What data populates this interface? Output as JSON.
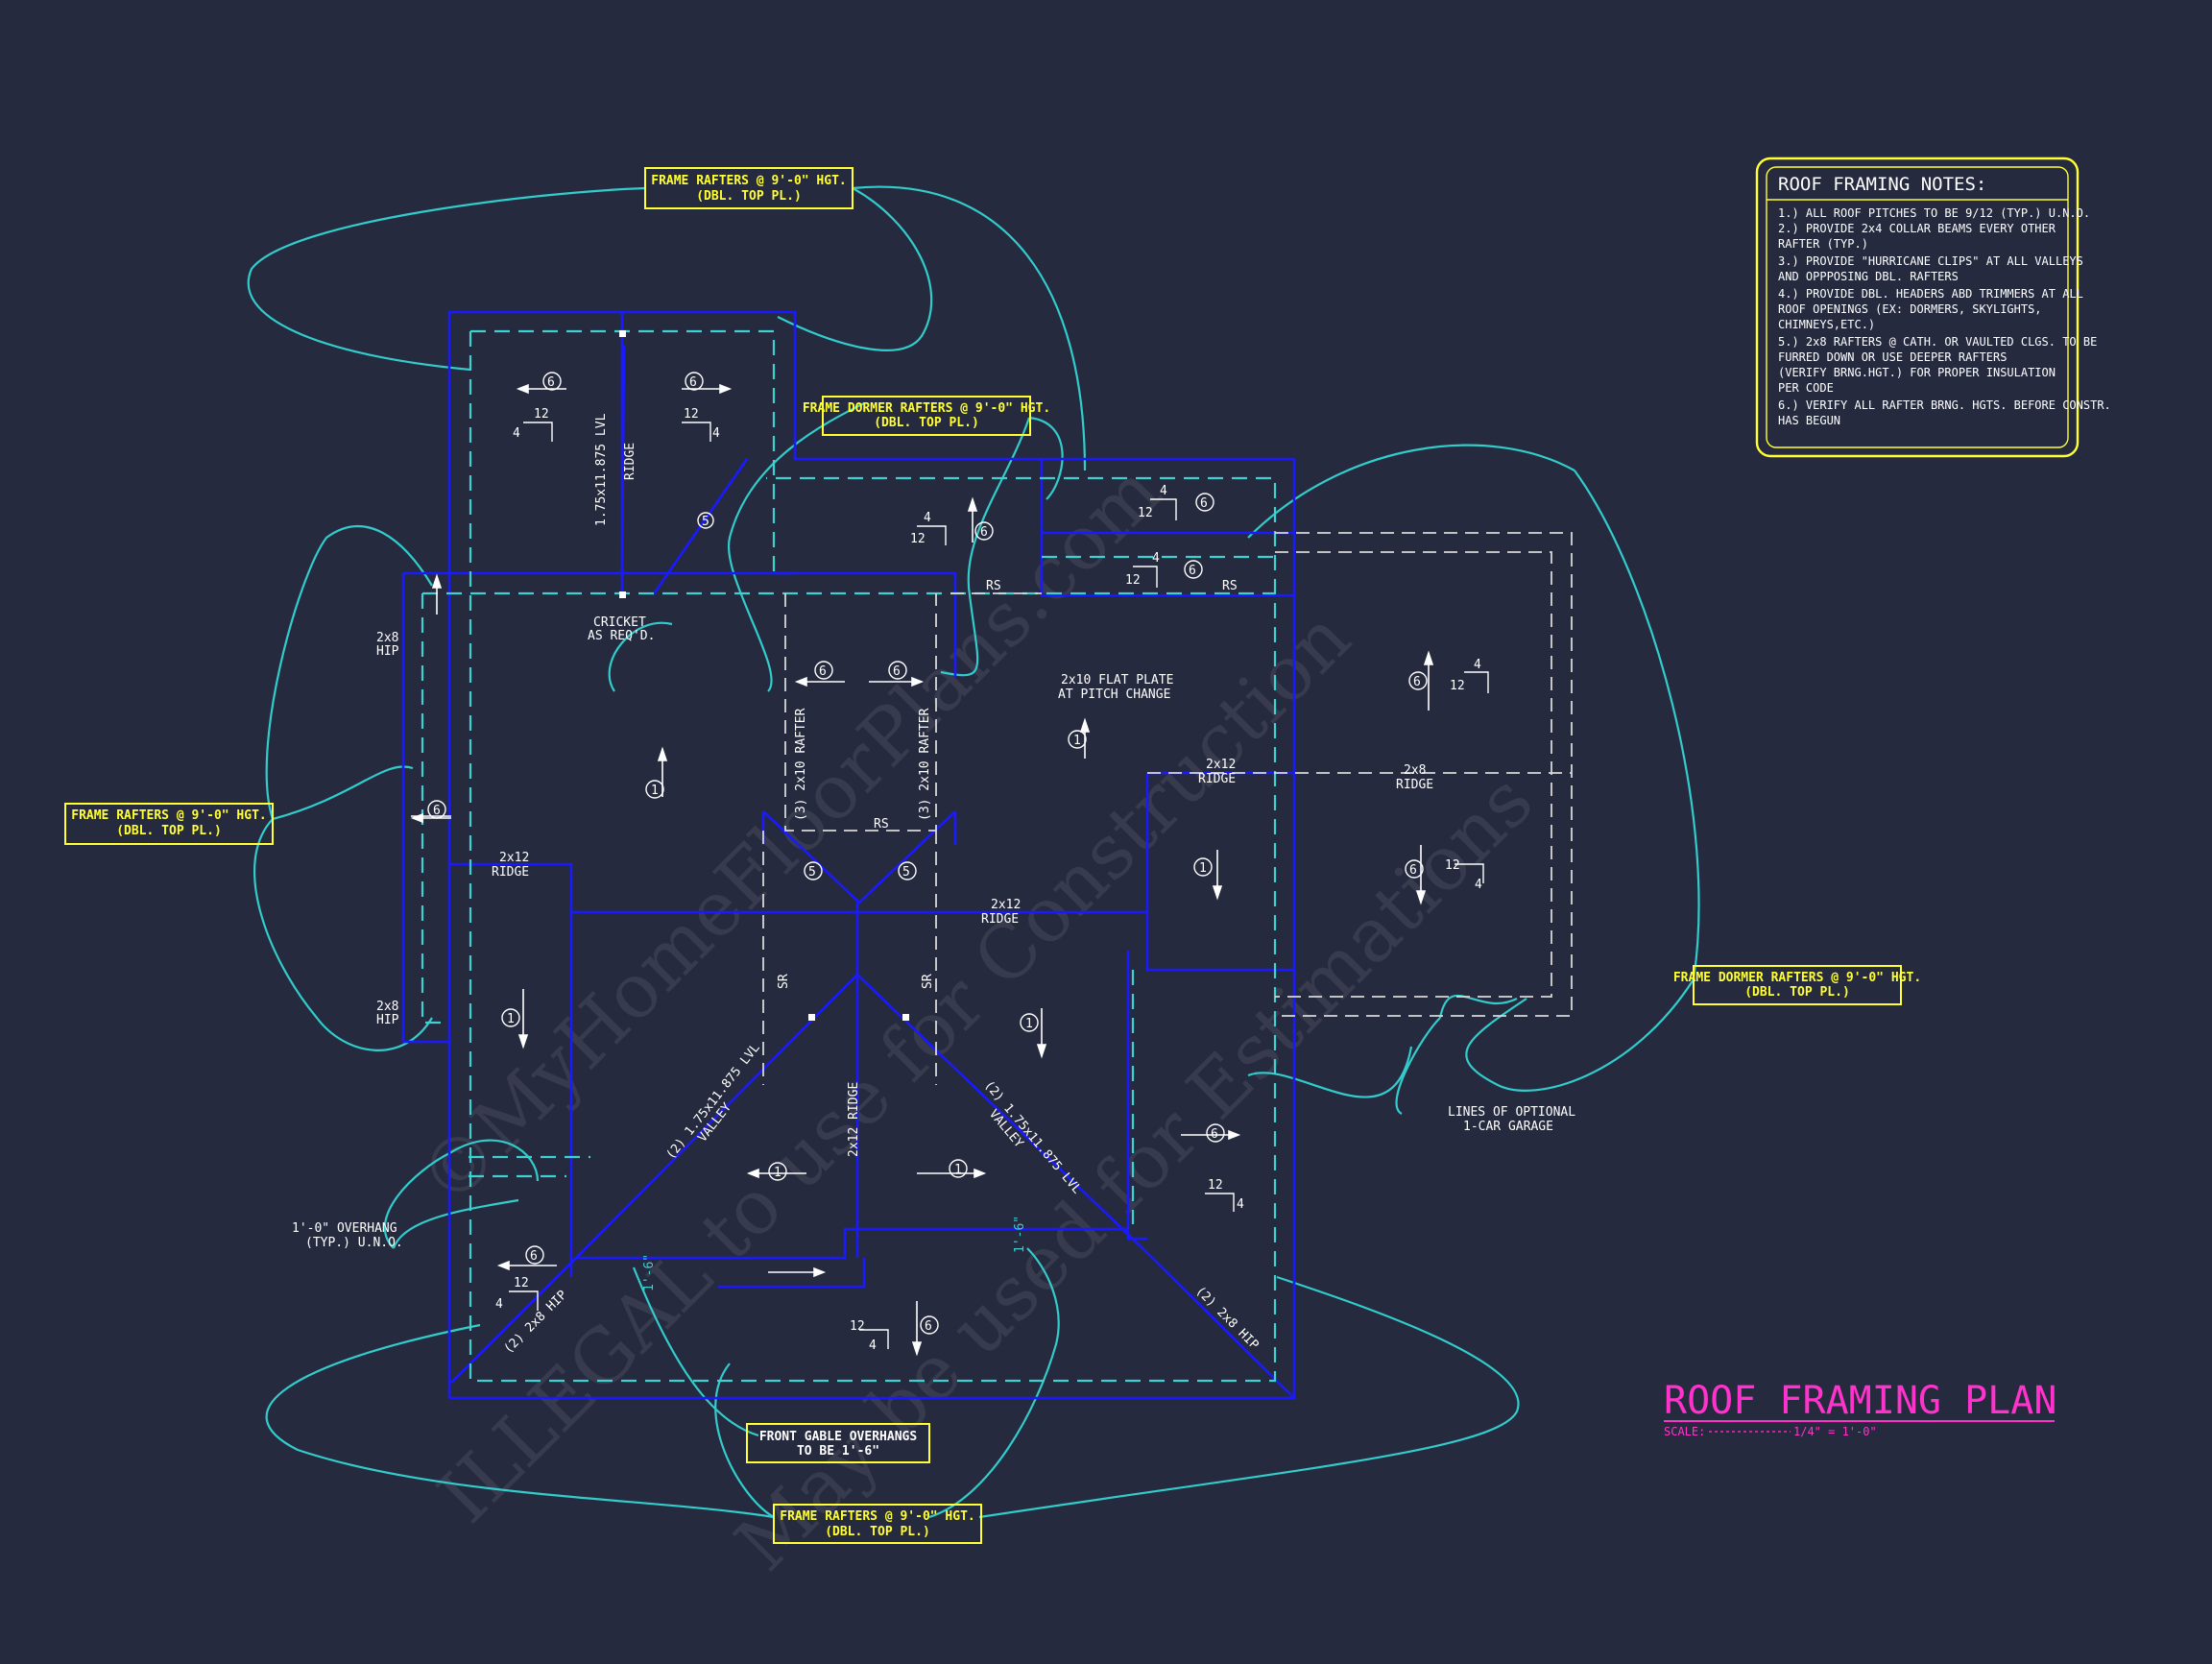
{
  "colors": {
    "background": "#262a3e",
    "wall": "#1a1aff",
    "dash": "#3fd0d0",
    "leader": "#33cccc",
    "label_box": "#ffff33",
    "title": "#ff33cc",
    "text": "#ffffff"
  },
  "watermark": {
    "line1": "©MyHomeFloorPlans.com",
    "line2": "ILLEGAL to use for Construction",
    "line3": "May be used for Estimations"
  },
  "callouts": {
    "top": [
      "FRAME RAFTERS @ 9'-0\" HGT.",
      "(DBL. TOP PL.)"
    ],
    "dormer_top": [
      "FRAME DORMER RAFTERS @ 9'-0\" HGT.",
      "(DBL. TOP PL.)"
    ],
    "left": [
      "FRAME RAFTERS @ 9'-0\" HGT.",
      "(DBL. TOP PL.)"
    ],
    "dormer_right": [
      "FRAME DORMER RAFTERS @ 9'-0\" HGT.",
      "(DBL. TOP PL.)"
    ],
    "front_gable": [
      "FRONT GABLE OVERHANGS",
      "TO BE 1'-6\""
    ],
    "bottom": [
      "FRAME RAFTERS @ 9'-0\" HGT.",
      "(DBL. TOP PL.)"
    ]
  },
  "plan_labels": {
    "ridge_lvl": [
      "1.75x11.875 LVL",
      "RIDGE"
    ],
    "cricket": [
      "CRICKET",
      "AS REQ'D."
    ],
    "hip_top": [
      "2x8",
      "HIP"
    ],
    "hip_bottom": [
      "2x8",
      "HIP"
    ],
    "ridge_left": [
      "2x12",
      "RIDGE"
    ],
    "ridge_center": [
      "2x12",
      "RIDGE"
    ],
    "ridge_right": [
      "2x12",
      "RIDGE"
    ],
    "ridge_garage": [
      "2x8",
      "RIDGE"
    ],
    "flat_plate": [
      "2x10 FLAT PLATE",
      "AT PITCH CHANGE"
    ],
    "rafter_left": "(3) 2x10 RAFTER",
    "rafter_right": "(3) 2x10 RAFTER",
    "rs": "RS",
    "sr": "SR",
    "ridge_front": "2x12 RIDGE",
    "valley_left": [
      "(2) 1.75x11.875 LVL",
      "VALLEY"
    ],
    "valley_right": [
      "(2) 1.75x11.875 LVL",
      "VALLEY"
    ],
    "hip_2x8": "(2) 2x8 HIP",
    "overhang": [
      "1'-0\" OVERHANG",
      "(TYP.) U.N.O."
    ],
    "garage": [
      "LINES OF OPTIONAL",
      "1-CAR GARAGE"
    ],
    "dim_18": "1'-6\"",
    "pitch_rise": "12",
    "pitch_run": "4",
    "mark_6": "6",
    "mark_5": "5",
    "mark_1": "1"
  },
  "notes": {
    "title": "ROOF FRAMING NOTES:",
    "lines": [
      "1.) ALL ROOF PITCHES TO BE  9/12 (TYP.) U.N.O.",
      "2.) PROVIDE 2x4 COLLAR BEAMS EVERY OTHER",
      "     RAFTER (TYP.)",
      "3.) PROVIDE \"HURRICANE CLIPS\" AT ALL VALLEYS",
      "     AND OPPPOSING DBL. RAFTERS",
      "4.) PROVIDE DBL. HEADERS ABD TRIMMERS AT ALL",
      "     ROOF OPENINGS (EX: DORMERS, SKYLIGHTS,",
      "     CHIMNEYS,ETC.)",
      "5.) 2x8 RAFTERS @ CATH. OR VAULTED CLGS. TO BE",
      "     FURRED DOWN OR USE DEEPER RAFTERS",
      "     (VERIFY BRNG.HGT.) FOR PROPER INSULATION",
      "     PER CODE",
      "6.) VERIFY ALL RAFTER BRNG. HGTS. BEFORE CONSTR.",
      "     HAS BEGUN"
    ]
  },
  "title_block": {
    "title": "ROOF FRAMING PLAN",
    "scale_label": "SCALE:",
    "scale_value": "1/4\" = 1'-0\""
  }
}
